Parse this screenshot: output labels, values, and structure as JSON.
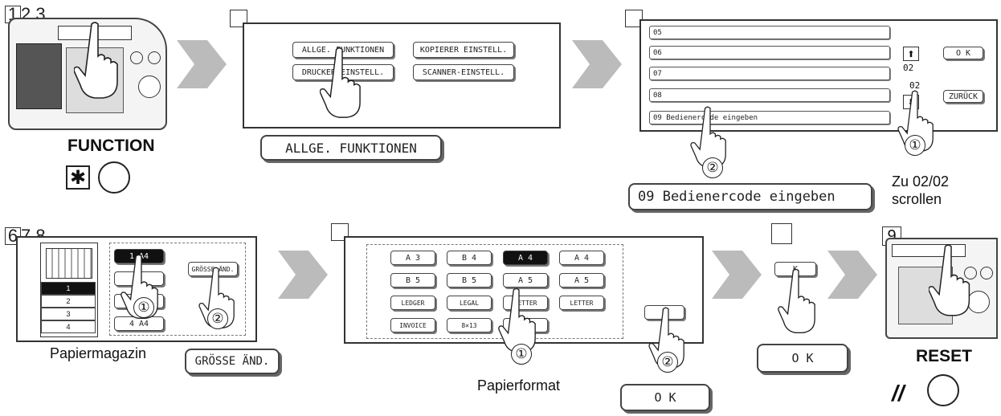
{
  "step1": {
    "number": "1",
    "rest": "2 3",
    "label": "FUNCTION",
    "key_symbol": "✱"
  },
  "step2": {
    "buttons": [
      "ALLGE. FUNKTIONEN",
      "KOPIERER EINSTELL.",
      "DRUCKER EINSTELL.",
      "SCANNER-EINSTELL."
    ],
    "selected_label": "ALLGE. FUNKTIONEN"
  },
  "step3": {
    "rows": [
      "05",
      "06",
      "07",
      "08",
      "09  Bedienercode eingeben"
    ],
    "page_indicator_top": "02",
    "page_indicator_bottom": "02",
    "ok_label": "O K",
    "back_label": "ZURÜCK",
    "selected_label": "09  Bedienercode eingeben",
    "scroll_label_line1": "Zu 02/02",
    "scroll_label_line2": "scrollen",
    "circle1": "①",
    "circle2": "②"
  },
  "step6": {
    "number": "6",
    "rest": "7 8",
    "trays": [
      "1",
      "2",
      "3",
      "4"
    ],
    "tray_buttons": [
      "1 A4",
      "2",
      "3",
      "4 A4"
    ],
    "size_button": "GRÖSSE ÄND.",
    "size_label_big": "GRÖSSE ÄND.",
    "caption": "Papiermagazin",
    "circle1": "①",
    "circle2": "②"
  },
  "step7": {
    "sizes": [
      "A 3",
      "B 4",
      "A 4",
      "A 4",
      "B 5",
      "B 5",
      "A 5",
      "A 5",
      "LEDGER",
      "LEGAL",
      "LETTER",
      "LETTER",
      "INVOICE",
      "8×13",
      "8×13"
    ],
    "ok_small": "K",
    "caption": "Papierformat",
    "ok_label": "O K",
    "circle1": "①",
    "circle2": "②"
  },
  "step8": {
    "ok_label": "O K",
    "ok_small": "K"
  },
  "step9": {
    "number": "9",
    "label": "RESET",
    "key_symbol": "//"
  }
}
